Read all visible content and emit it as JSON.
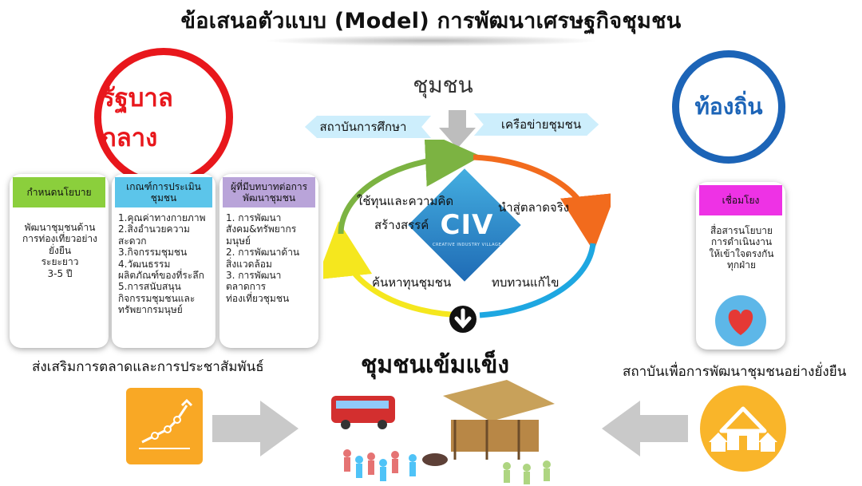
{
  "title": "ข้อเสนอตัวแบบ (Model) การพัฒนาเศรษฐกิจชุมชน",
  "community_label": "ชุมชน",
  "central_gov": "รัฐบาลกลาง",
  "local_gov": "ท้องถิ่น",
  "ribbons": {
    "left": "สถาบันการศึกษา",
    "right": "เครือข่ายชุมชน"
  },
  "cards": [
    {
      "header": "กำหนดนโยบาย",
      "body": [
        "พัฒนาชุมชนด้าน",
        "การท่องเที่ยวอย่าง",
        "ยั่งยืน",
        "ระยะยาว",
        "3-5 ปี"
      ]
    },
    {
      "header": "เกณฑ์การประเมินชุมชน",
      "body": [
        "1.คุณค่าทางกายภาพ",
        "2.สิ่งอำนวยความสะดวก",
        "3.กิจกรรมชุมชน",
        "4.วัฒนธรรม",
        "ผลิตภัณฑ์ของที่ระลึก",
        "5.การสนับสนุน",
        "กิจกรรมชุมชนและทรัพยากรมนุษย์"
      ]
    },
    {
      "header": "ผู้ที่มีบทบาทต่อการพัฒนาชุมชน",
      "body": [
        "1. การพัฒนา",
        "สังคม&ทรัพยากร",
        "มนุษย์",
        "2. การพัฒนาด้าน",
        "สิ่งแวดล้อม",
        "3. การพัฒนา",
        "ตลาดการ",
        "ท่องเที่ยวชุมชน"
      ]
    },
    {
      "header": "เชื่อมโยง",
      "body": [
        "สื่อสารนโยบาย",
        "การดำเนินงาน",
        "ให้เข้าใจตรงกัน",
        "ทุกฝ่าย"
      ]
    }
  ],
  "cycle": {
    "top_left": [
      "ใช้ทุนและความคิด",
      "สร้างสรรค์"
    ],
    "top_right": "นำสู่ตลาดจริง",
    "bottom_left": "ค้นหาทุนชุมชน",
    "bottom_right": "ทบทวนแก้ไข",
    "logo": "CIV",
    "logo_sub": "CREATIVE INDUSTRY VILLAGE"
  },
  "strong_community": "ชุมชนเข้มแข็ง",
  "promo": "ส่งเสริมการตลาดและการประชาสัมพันธ์",
  "institute": "สถาบันเพื่อการพัฒนาชุมชนอย่างยั่งยืน",
  "colors": {
    "red": "#e8171c",
    "blue": "#1c64b7",
    "green": "#7cb342",
    "orange": "#f26b1d",
    "yellow": "#f5e71e",
    "cyan": "#1ea7e1"
  },
  "icons": [
    "growth-chart-icon",
    "houses-icon",
    "heart-icon",
    "down-arrow-icon"
  ]
}
